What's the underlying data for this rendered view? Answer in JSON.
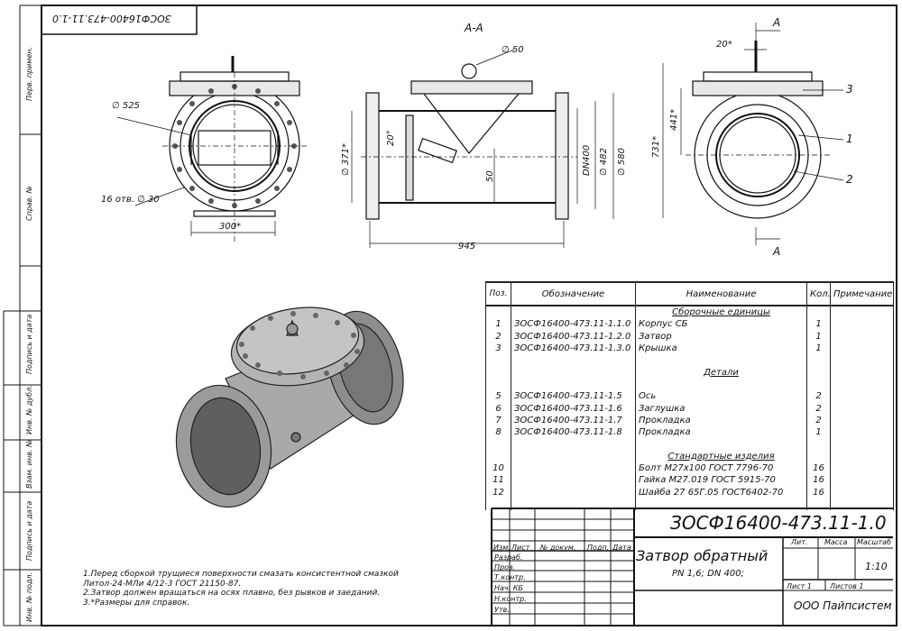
{
  "stamp_top": "ЗОСФ16400-473.11-1.0",
  "left_strip": [
    "Перв. примен.",
    "Справ. №",
    "Подпись и дата",
    "Инв. № дубл.",
    "Взам. инв. №",
    "Подпись и дата",
    "Инв. № подл."
  ],
  "section_label": "А-А",
  "section_marks": [
    "А",
    "А"
  ],
  "dims_front": {
    "d525": "∅ 525",
    "holes": "16 отв. ∅ 30",
    "w300": "300*"
  },
  "dims_section": {
    "d50": "∅ 50",
    "d371": "∅ 371*",
    "angle": "20°",
    "h50": "50",
    "dn": "DN400",
    "d482": "∅ 482",
    "d580": "∅ 580",
    "len": "945"
  },
  "dims_side": {
    "w20": "20*",
    "h441": "441*",
    "h731": "731*",
    "items": [
      "3",
      "1",
      "2"
    ]
  },
  "spec": {
    "headers": [
      "Поз.",
      "Обозначение",
      "Наименование",
      "Кол.",
      "Примечание"
    ],
    "rows": [
      {
        "section": "Сборочные единицы"
      },
      {
        "pos": "1",
        "code": "ЗОСФ16400-473.11-1.1.0",
        "name": "Корпус СБ",
        "qty": "1"
      },
      {
        "pos": "2",
        "code": "ЗОСФ16400-473.11-1.2.0",
        "name": "Затвор",
        "qty": "1"
      },
      {
        "pos": "3",
        "code": "ЗОСФ16400-473.11-1.3.0",
        "name": "Крышка",
        "qty": "1"
      },
      {},
      {
        "section": "Детали"
      },
      {},
      {
        "pos": "5",
        "code": "ЗОСФ16400-473.11-1.5",
        "name": "Ось",
        "qty": "2"
      },
      {
        "pos": "6",
        "code": "ЗОСФ16400-473.11-1.6",
        "name": "Заглушка",
        "qty": "2"
      },
      {
        "pos": "7",
        "code": "ЗОСФ16400-473.11-1.7",
        "name": "Прокладка",
        "qty": "2"
      },
      {
        "pos": "8",
        "code": "ЗОСФ16400-473.11-1.8",
        "name": "Прокладка",
        "qty": "1"
      },
      {},
      {
        "section": "Стандартные изделия"
      },
      {
        "pos": "10",
        "code": "",
        "name": "Болт М27х100 ГОСТ 7796-70",
        "qty": "16"
      },
      {
        "pos": "11",
        "code": "",
        "name": "Гайка М27.019  ГОСТ 5915-70",
        "qty": "16"
      },
      {
        "pos": "12",
        "code": "",
        "name": "Шайба 27 65Г.05 ГОСТ6402-70",
        "qty": "16"
      },
      {}
    ]
  },
  "title_block": {
    "designation": "ЗОСФ16400-473.11-1.0",
    "name": "Затвор обратный",
    "params": "PN 1,6; DN 400;",
    "col_heads": [
      "Изм.",
      "Лист",
      "№ докум.",
      "Подп.",
      "Дата"
    ],
    "roles": [
      "Разраб.",
      "Пров.",
      "Т.контр.",
      "Нач. КБ",
      "Н.контр.",
      "Утв."
    ],
    "lit": "Лит.",
    "mass": "Масса",
    "scale_label": "Масштаб",
    "scale": "1:10",
    "sheet": "Лист 1",
    "sheets": "Листов 1",
    "company": "ООО Пайпсистем"
  },
  "notes": [
    "1.Перед сборкой трущиеся поверхности смазать консистентной смазкой",
    "Литол-24-МЛи 4/12-3 ГОСТ 21150-87.",
    "2.Затвор должен вращаться на осях плавно, без рывков и заеданий.",
    "3.*Размеры для справок."
  ]
}
